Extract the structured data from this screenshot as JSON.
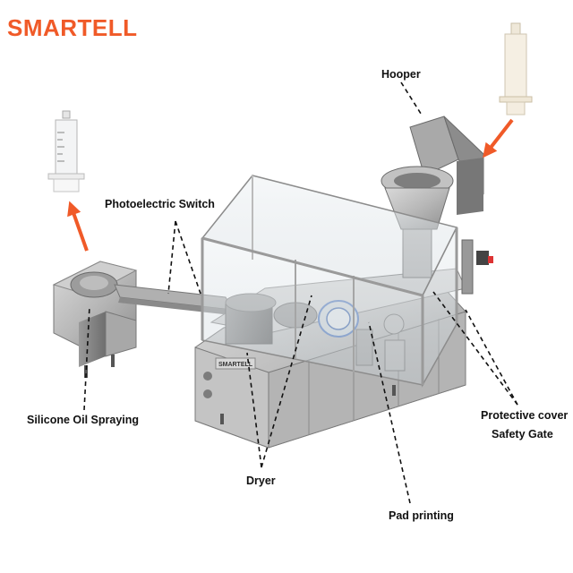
{
  "brand": {
    "logo_text": "SMARTELL",
    "accent_color": "#f05a28"
  },
  "callouts": {
    "hooper": "Hooper",
    "photoelectric_switch": "Photoelectric Switch",
    "silicone_oil_spraying": "Silicone Oil Spraying",
    "protective_cover": "Protective cover",
    "safety_gate": "Safety Gate",
    "dryer": "Dryer",
    "pad_printing": "Pad printing"
  },
  "machine": {
    "panel_brand": "SMARTELL"
  },
  "icons": [
    "syringe-output-icon",
    "syringe-input-icon",
    "arrow-output-icon",
    "arrow-input-icon"
  ]
}
